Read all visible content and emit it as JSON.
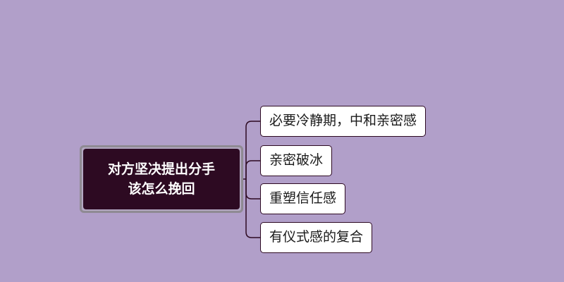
{
  "colors": {
    "background": "#b19fc9",
    "root_fill": "#2d0a22",
    "root_frame": "#8f8a93",
    "child_fill": "#ffffff",
    "line": "#2d0a22"
  },
  "root": {
    "line1": "对方坚决提出分手",
    "line2": "该怎么挽回"
  },
  "children": [
    {
      "label": "必要冷静期，中和亲密感"
    },
    {
      "label": "亲密破冰"
    },
    {
      "label": "重塑信任感"
    },
    {
      "label": "有仪式感的复合"
    }
  ]
}
